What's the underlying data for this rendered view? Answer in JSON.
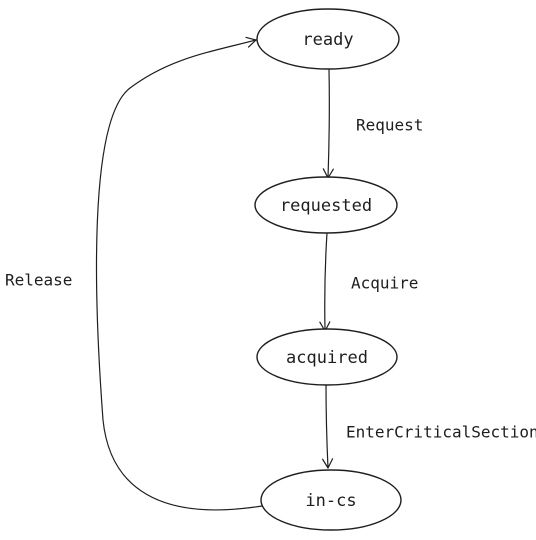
{
  "diagram": {
    "states": [
      {
        "id": "ready",
        "label": "ready"
      },
      {
        "id": "requested",
        "label": "requested"
      },
      {
        "id": "acquired",
        "label": "acquired"
      },
      {
        "id": "in-cs",
        "label": "in-cs"
      }
    ],
    "transitions": [
      {
        "from": "ready",
        "to": "requested",
        "label": "Request"
      },
      {
        "from": "requested",
        "to": "acquired",
        "label": "Acquire"
      },
      {
        "from": "acquired",
        "to": "in-cs",
        "label": "EnterCriticalSection"
      },
      {
        "from": "in-cs",
        "to": "ready",
        "label": "Release"
      }
    ]
  }
}
